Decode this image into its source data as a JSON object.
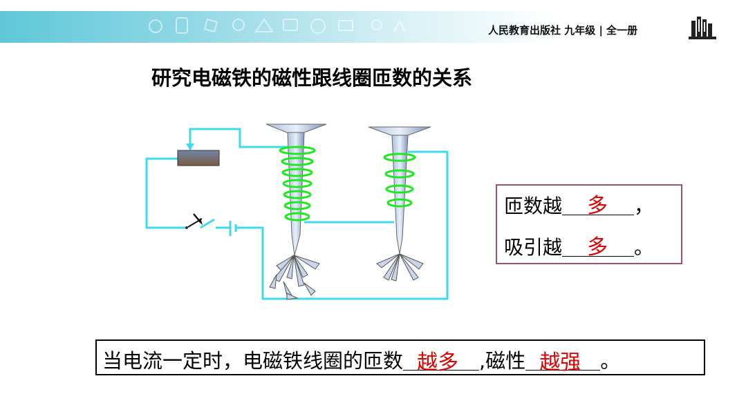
{
  "header": {
    "publisher": "人民教育出版社 九年级 | 全一册",
    "colors": {
      "banner_start": "#5fc7d8",
      "banner_end": "#ffffff"
    }
  },
  "slide": {
    "title": "研究电磁铁的磁性跟线圈匝数的关系"
  },
  "answer_box": {
    "line1_prefix": "匝数越",
    "line1_answer": "多",
    "line1_suffix": "，",
    "line2_prefix": "吸引越",
    "line2_answer": "多",
    "line2_suffix": "。",
    "answer_color": "#e00000",
    "border_color": "#9e4f73"
  },
  "conclusion": {
    "prefix": "当电流一定时，电磁铁线圈的匝数",
    "answer1": "越多",
    "middle": ",磁性",
    "answer2": "越强",
    "suffix": "。"
  },
  "diagram": {
    "wire_color": "#3fd9ec",
    "coil_color": "#1ee81e",
    "icons": [
      "rheostat-icon",
      "switch-icon",
      "battery-icon",
      "electromagnet-icon",
      "tack-cluster-icon"
    ]
  }
}
